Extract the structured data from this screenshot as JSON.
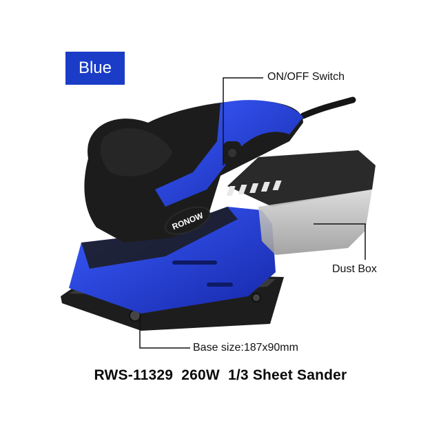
{
  "badge": {
    "label": "Blue",
    "color": "#1a3cc7"
  },
  "callouts": {
    "switch": "ON/OFF Switch",
    "dust_box": "Dust Box",
    "base": "Base size:187x90mm"
  },
  "brand_logo": "RONOW",
  "product_title": "RWS-11329  260W  1/3 Sheet Sander",
  "colors": {
    "body_blue": "#1f3fd8",
    "body_black": "#1c1c1c"
  }
}
